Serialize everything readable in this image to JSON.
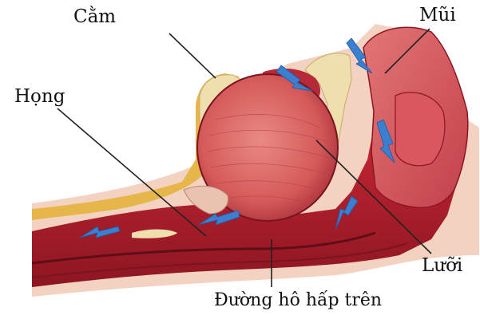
{
  "labels": {
    "cam": "Cằm",
    "mui": "Mũi",
    "hong": "Họng",
    "luoi": "Lưỡi",
    "duong_ho_hap_tren": "Đường hô hấp trên"
  },
  "colors": {
    "background": "#ffffff",
    "skin": "#f3d2c2",
    "tissue_red": "#c9303a",
    "tissue_dark": "#7a1420",
    "tongue": "#d85a5a",
    "bone": "#f0dfae",
    "fat_yellow": "#e6b64a",
    "airflow_arrow": "#3a7fd0",
    "leader_line": "#222222"
  }
}
